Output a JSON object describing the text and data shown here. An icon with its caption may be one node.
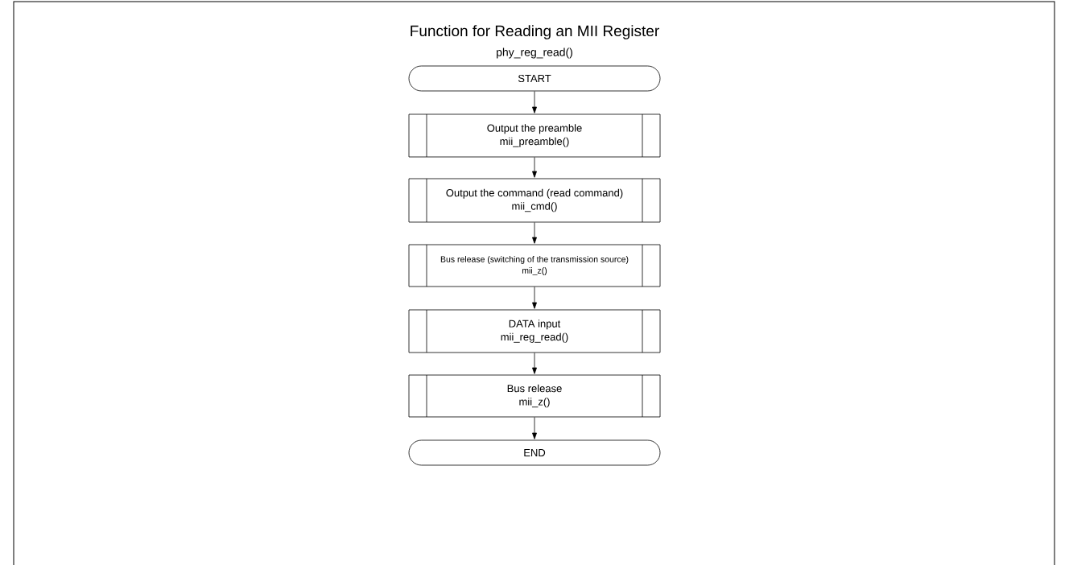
{
  "diagram": {
    "title": "Function for Reading an MII Register",
    "labels": [
      "phy_reg_read()"
    ],
    "nodes": [
      {
        "text": [
          "START"
        ]
      },
      {
        "text": [
          "Output the preamble",
          "mii_preamble()"
        ]
      },
      {
        "text": [
          "Output the command (read command)",
          "mii_cmd()"
        ]
      },
      {
        "text": [
          "Bus release (switching of the transmission source)",
          "mii_z()"
        ]
      },
      {
        "text": [
          "DATA input",
          "mii_reg_read()"
        ]
      },
      {
        "text": [
          "Bus release",
          "mii_z()"
        ]
      },
      {
        "text": [
          "END"
        ]
      }
    ],
    "edges": [
      {
        "from": 0,
        "to": 1,
        "arrow": "to"
      },
      {
        "from": 1,
        "to": 2,
        "arrow": "to"
      },
      {
        "from": 2,
        "to": 3,
        "arrow": "to"
      },
      {
        "from": 3,
        "to": 4,
        "arrow": "to"
      },
      {
        "from": 4,
        "to": 5,
        "arrow": "to"
      },
      {
        "from": 5,
        "to": 6,
        "arrow": "to"
      }
    ]
  }
}
